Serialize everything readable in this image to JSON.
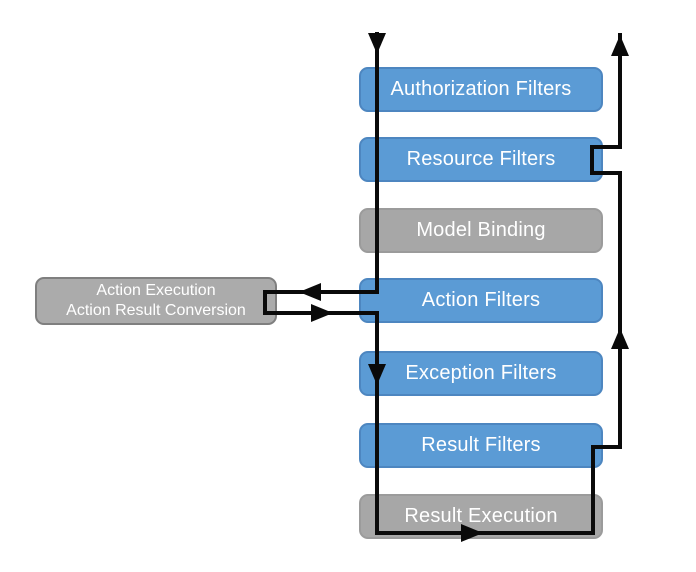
{
  "colors": {
    "blue_fill": "#5B9BD5",
    "blue_border": "#4d86c0",
    "gray_fill": "#A7A7A7",
    "gray_border": "#9b9b9b",
    "side_fill": "#ABABAB",
    "side_border": "#7F7F7F",
    "line": "#0a0a0a",
    "text": "#ffffff"
  },
  "pipeline": {
    "boxes": [
      {
        "label": "Authorization Filters",
        "style": "blue"
      },
      {
        "label": "Resource Filters",
        "style": "blue"
      },
      {
        "label": "Model Binding",
        "style": "gray"
      },
      {
        "label": "Action Filters",
        "style": "blue"
      },
      {
        "label": "Exception Filters",
        "style": "blue"
      },
      {
        "label": "Result Filters",
        "style": "blue"
      },
      {
        "label": "Result Execution",
        "style": "gray"
      }
    ],
    "side_box": {
      "line1": "Action Execution",
      "line2": "Action Result Conversion"
    }
  }
}
